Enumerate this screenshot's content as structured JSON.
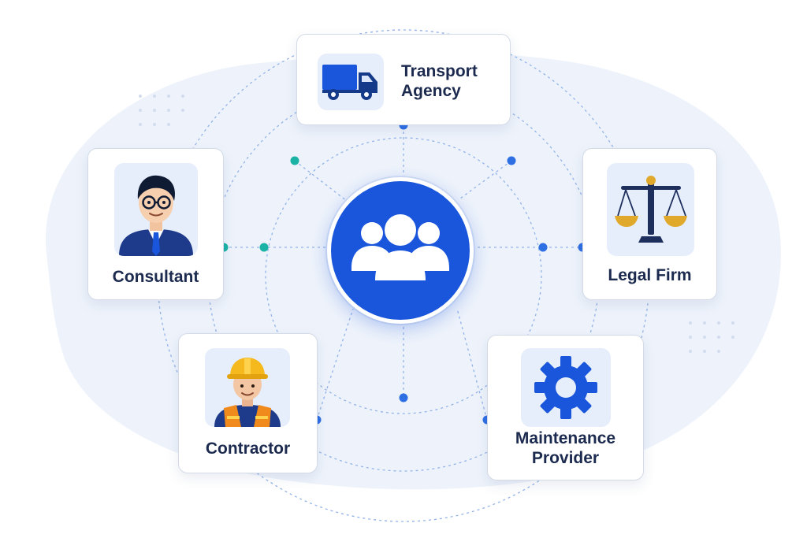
{
  "hub": {
    "icon": "users-group-icon"
  },
  "nodes": {
    "transport": {
      "label_line1": "Transport",
      "label_line2": "Agency",
      "icon": "truck-icon"
    },
    "consultant": {
      "label": "Consultant",
      "icon": "businessman-icon"
    },
    "legal": {
      "label": "Legal Firm",
      "icon": "scales-of-justice-icon"
    },
    "contractor": {
      "label": "Contractor",
      "icon": "construction-worker-icon"
    },
    "maintenance": {
      "label_line1": "Maintenance",
      "label_line2": "Provider",
      "icon": "gear-icon"
    }
  },
  "colors": {
    "hub": "#1a56db",
    "connector_blue": "#2f6fe4",
    "connector_teal": "#1bb3a6",
    "label_text": "#1b2a4e",
    "background_blob": "#eef3fb"
  }
}
